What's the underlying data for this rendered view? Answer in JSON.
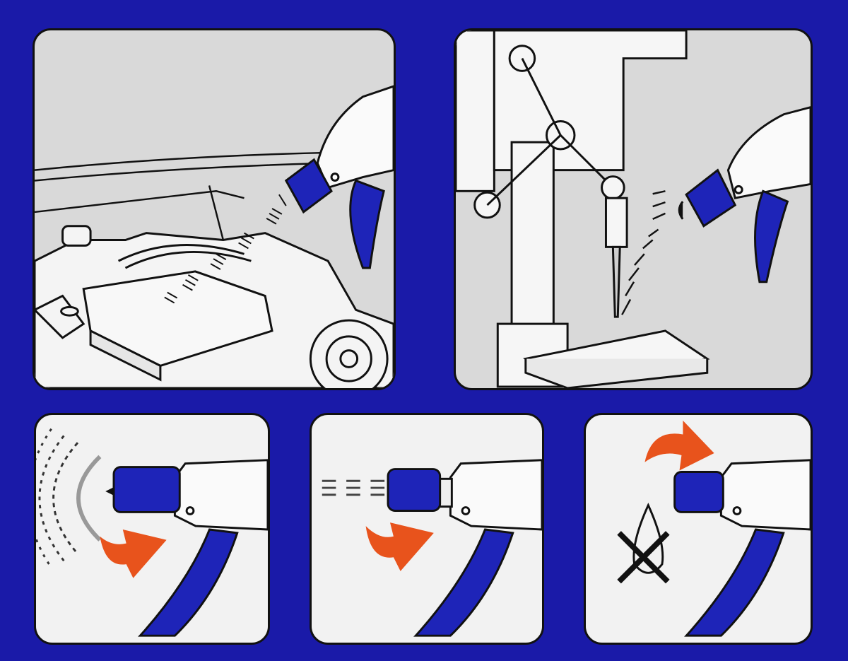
{
  "colors": {
    "background": "#1a1aa8",
    "nozzle": "#1e24b8",
    "trigger": "#1e24b8",
    "arrow": "#e8531c",
    "panel_light": "#f2f2f2",
    "panel_grey": "#d9d9d9",
    "line": "#111111"
  },
  "panels": [
    {
      "name": "spray-on-car-engine",
      "icons": [
        "spray-bottle-icon",
        "car-engine-icon",
        "spray-mist-icon"
      ]
    },
    {
      "name": "spray-on-drill-press",
      "icons": [
        "spray-bottle-icon",
        "drill-press-icon",
        "spray-stream-icon"
      ]
    },
    {
      "name": "rotate-nozzle-for-spray",
      "icons": [
        "spray-bottle-icon",
        "rotate-arrow-icon",
        "spray-pattern-icon"
      ]
    },
    {
      "name": "rotate-nozzle-for-stream",
      "icons": [
        "spray-bottle-icon",
        "rotate-arrow-icon",
        "stream-pattern-icon"
      ]
    },
    {
      "name": "rotate-nozzle-to-close",
      "icons": [
        "spray-bottle-icon",
        "rotate-arrow-icon",
        "no-drip-icon"
      ]
    }
  ]
}
